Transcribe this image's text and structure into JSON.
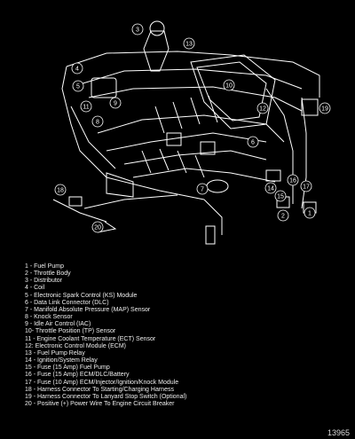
{
  "callouts": [
    "1",
    "2",
    "3",
    "4",
    "5",
    "6",
    "7",
    "8",
    "9",
    "10",
    "11",
    "12",
    "13",
    "14",
    "15",
    "16",
    "17",
    "18",
    "19",
    "20"
  ],
  "legend": [
    "1 - Fuel Pump",
    "2 - Throttle Body",
    "3 - Distributor",
    "4 - Coil",
    "5 - Electronic Spark Control (KS) Module",
    "6 - Data Link Connector (DLC)",
    "7 - Manifold Absolute Pressure (MAP) Sensor",
    "8 - Knock Sensor",
    "9 - Idle Air Control (IAC)",
    "10- Throttle Position (TP) Sensor",
    "11 - Engine Coolant Temperature (ECT) Sensor",
    "12: Electronic Control Module (ECM)",
    "13 - Fuel Pump Relay",
    "14 - Ignition/System Relay",
    "15 - Fuse (15 Amp) Fuel Pump",
    "16 - Fuse (15 Amp) ECM/DLC/Battery",
    "17 - Fuse (10 Amp) ECM/Injector/Ignition/Knock Module",
    "18 - Harness Connector To Starting/Charging Harness",
    "19 - Harness Connector To Lanyard Stop Switch (Optional)",
    "20 - Positive (+) Power Wire To Engine Circuit Breaker"
  ],
  "figure_number": "13965"
}
